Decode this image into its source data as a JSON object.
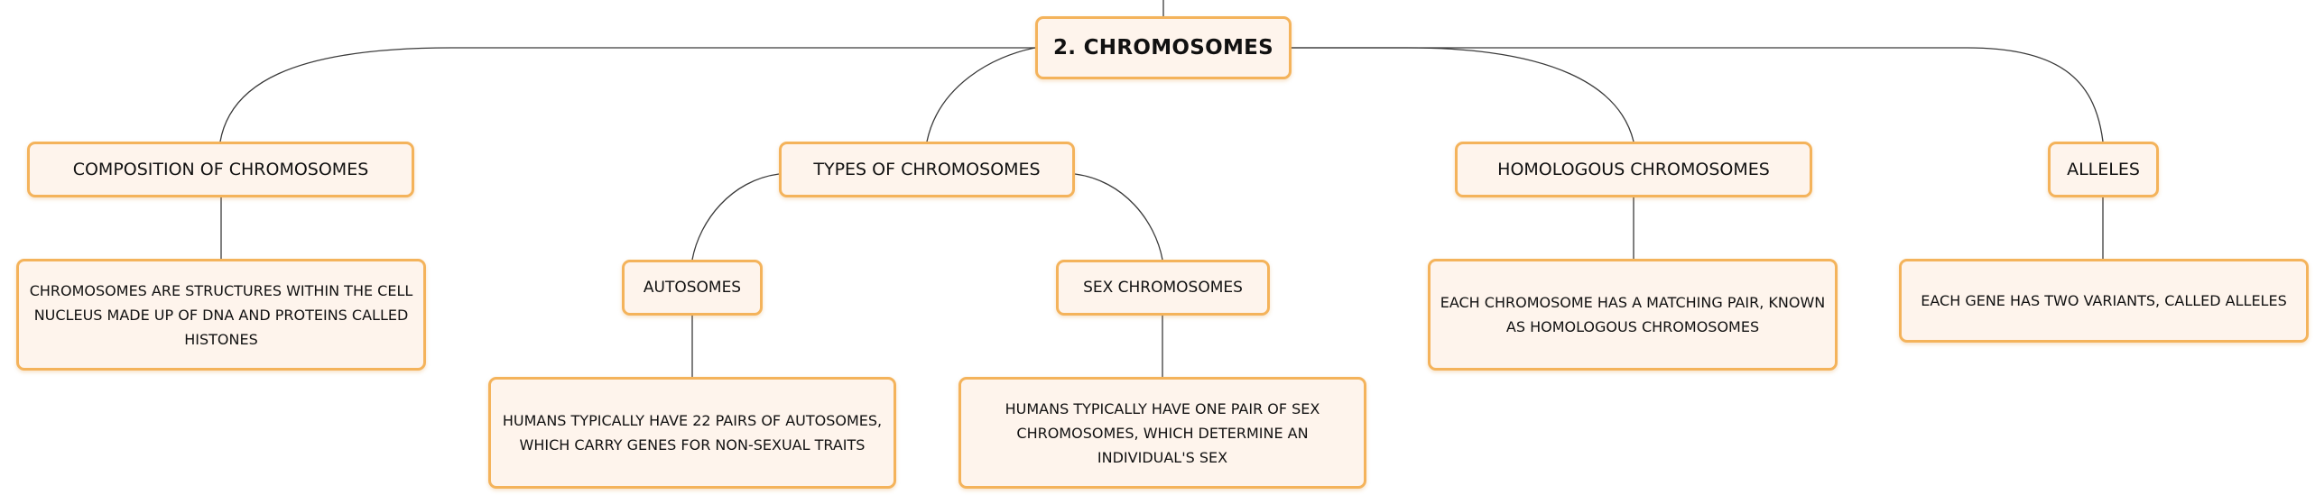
{
  "mindmap": {
    "central": "2. CHROMOSOMES",
    "branches": [
      {
        "label": "COMPOSITION OF CHROMOSOMES",
        "detail": "CHROMOSOMES ARE STRUCTURES WITHIN THE CELL NUCLEUS MADE UP OF DNA AND PROTEINS CALLED HISTONES"
      },
      {
        "label": "TYPES OF CHROMOSOMES",
        "children": [
          {
            "label": "AUTOSOMES",
            "detail": "HUMANS TYPICALLY HAVE 22 PAIRS OF AUTOSOMES, WHICH CARRY GENES FOR NON-SEXUAL TRAITS"
          },
          {
            "label": "SEX CHROMOSOMES",
            "detail": "HUMANS TYPICALLY HAVE ONE PAIR OF SEX CHROMOSOMES, WHICH DETERMINE AN INDIVIDUAL'S SEX"
          }
        ]
      },
      {
        "label": "HOMOLOGOUS CHROMOSOMES",
        "detail": "EACH CHROMOSOME HAS A MATCHING PAIR, KNOWN AS HOMOLOGOUS CHROMOSOMES"
      },
      {
        "label": "ALLELES",
        "detail": "EACH GENE HAS TWO VARIANTS, CALLED ALLELES"
      }
    ],
    "colors": {
      "node_border": "#f4b35b",
      "node_fill": "#fef4ec",
      "connector": "#3a3a3a",
      "text": "#111111"
    }
  }
}
